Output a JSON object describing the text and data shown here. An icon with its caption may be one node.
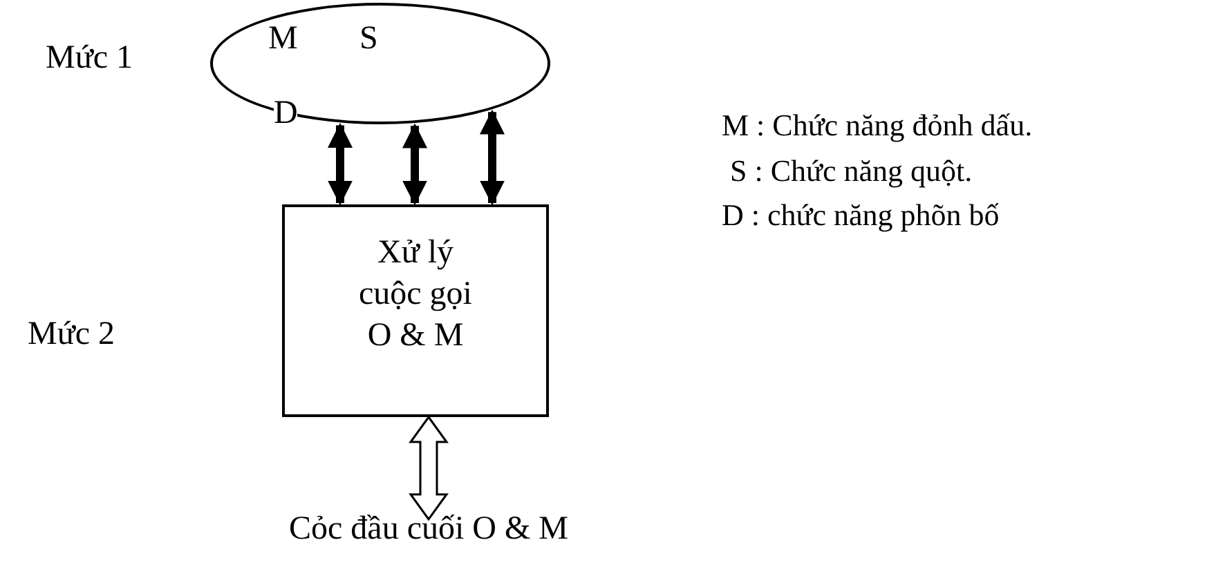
{
  "diagram": {
    "nodes": [
      {
        "text": [
          "M",
          "S",
          "D"
        ]
      },
      {
        "text": [
          "Xử lý cuộc gọi O & M"
        ]
      },
      {
        "text": [
          "Cỏc đầu cuối O & M"
        ]
      }
    ],
    "edges": [
      {
        "from": 0,
        "to": 1,
        "arrow": "both"
      },
      {
        "from": 0,
        "to": 1,
        "arrow": "both"
      },
      {
        "from": 0,
        "to": 1,
        "arrow": "both"
      },
      {
        "from": 1,
        "to": 2,
        "arrow": "both"
      }
    ],
    "labels": [
      "Mức 1",
      "Mức 2",
      "M : Chức năng đỏnh dấu.",
      "S : Chức năng quột.",
      "D : chức năng phõn bố"
    ]
  }
}
